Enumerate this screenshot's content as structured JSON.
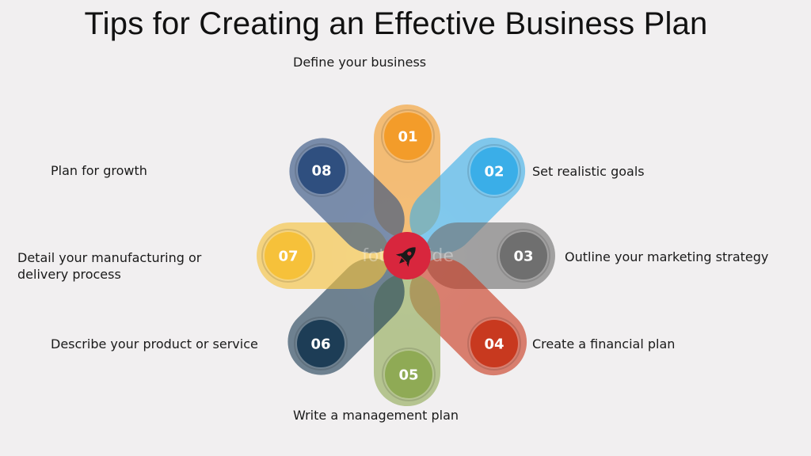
{
  "title": "Tips for Creating an Effective Business Plan",
  "watermark": "fotoaspide",
  "center_icon": "rocket-icon",
  "items": [
    {
      "num": "01",
      "label": "Define your business",
      "color": "#f39c2a"
    },
    {
      "num": "02",
      "label": "Set realistic goals",
      "color": "#3aaee8"
    },
    {
      "num": "03",
      "label": "Outline your marketing strategy",
      "color": "#6f6f6f"
    },
    {
      "num": "04",
      "label": "Create a financial plan",
      "color": "#c8391f"
    },
    {
      "num": "05",
      "label": "Write a management plan",
      "color": "#8faa55"
    },
    {
      "num": "06",
      "label": "Describe your product or service",
      "color": "#1d3d56"
    },
    {
      "num": "07",
      "label": "Detail your manufacturing or delivery process",
      "color": "#f6c13a"
    },
    {
      "num": "08",
      "label": "Plan for growth",
      "color": "#2f4f7f"
    }
  ],
  "center_color": "#d8263d"
}
